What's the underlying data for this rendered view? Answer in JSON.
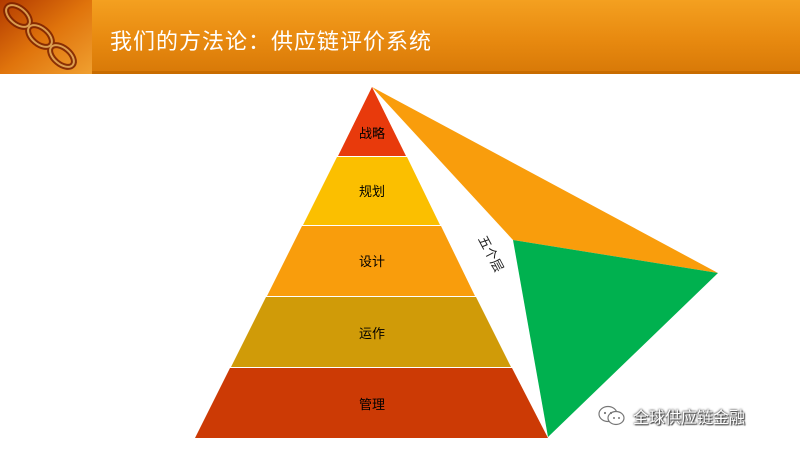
{
  "title": "我们的方法论：供应链评价系统",
  "pyramid": {
    "layers": [
      {
        "label": "战略",
        "color": "#e83a0c"
      },
      {
        "label": "规划",
        "color": "#fbbf00"
      },
      {
        "label": "设计",
        "color": "#f99d0c"
      },
      {
        "label": "运作",
        "color": "#d09b08"
      },
      {
        "label": "管理",
        "color": "#cc3a05"
      }
    ],
    "side_label": "五个层"
  },
  "prism": {
    "top_face_color": "#f99d0c",
    "front_face_color": "#00b14f"
  },
  "watermark": {
    "text": "全球供应链金融",
    "icon": "wechat-icon"
  },
  "header": {
    "logo": "chain-logo-icon",
    "bar_color": "#e88a10"
  }
}
